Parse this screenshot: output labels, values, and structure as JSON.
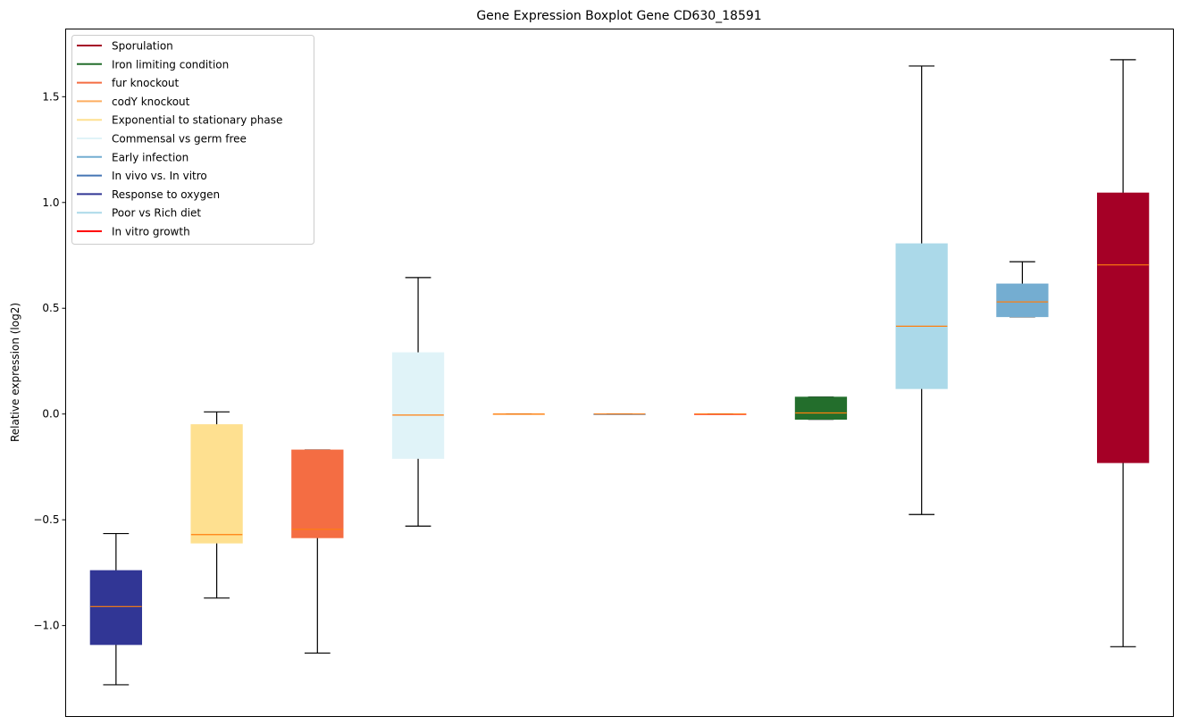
{
  "chart_data": {
    "type": "boxplot",
    "title": "Gene Expression Boxplot Gene CD630_18591",
    "xlabel": "",
    "ylabel": "Relative expression (log2)",
    "ylim": [
      -1.43,
      1.82
    ],
    "xlim": [
      0.5,
      11.5
    ],
    "yticks": [
      -1.0,
      -0.5,
      0.0,
      0.5,
      1.0,
      1.5
    ],
    "ytick_labels": [
      "−1.0",
      "−0.5",
      "0.0",
      "0.5",
      "1.0",
      "1.5"
    ],
    "grid": false,
    "legend_position": "top-left",
    "median_color": "#ff7f0e",
    "whisker_color": "#000000",
    "legend": [
      {
        "label": "Sporulation",
        "color": "#a50026"
      },
      {
        "label": "Iron limiting condition",
        "color": "#236e2c"
      },
      {
        "label": "fur knockout",
        "color": "#f46d43"
      },
      {
        "label": "codY knockout",
        "color": "#fdae61"
      },
      {
        "label": "Exponential to stationary phase",
        "color": "#fee090"
      },
      {
        "label": "Commensal vs germ free",
        "color": "#e0f3f8"
      },
      {
        "label": "Early infection",
        "color": "#74add1"
      },
      {
        "label": "In vivo vs. In vitro",
        "color": "#4575b4"
      },
      {
        "label": "Response to oxygen",
        "color": "#313695"
      },
      {
        "label": "Poor vs Rich diet",
        "color": "#abd9e9"
      },
      {
        "label": "In vitro growth",
        "color": "#ff0000"
      }
    ],
    "boxes": [
      {
        "group": "Response to oxygen",
        "color": "#313695",
        "whislo": -1.28,
        "q1": -1.09,
        "med": -0.91,
        "q3": -0.74,
        "whishi": -0.565
      },
      {
        "group": "Exponential to stationary phase",
        "color": "#fee090",
        "whislo": -0.87,
        "q1": -0.61,
        "med": -0.57,
        "q3": -0.05,
        "whishi": 0.01
      },
      {
        "group": "fur knockout",
        "color": "#f46d43",
        "whislo": -1.13,
        "q1": -0.585,
        "med": -0.545,
        "q3": -0.17,
        "whishi": -0.17
      },
      {
        "group": "Commensal vs germ free",
        "color": "#e0f3f8",
        "whislo": -0.53,
        "q1": -0.21,
        "med": -0.005,
        "q3": 0.29,
        "whishi": 0.645
      },
      {
        "group": "codY knockout",
        "color": "#fdae61",
        "whislo": 0.0,
        "q1": 0.0,
        "med": 0.0,
        "q3": 0.0,
        "whishi": 0.0
      },
      {
        "group": "In vivo vs. In vitro",
        "color": "#4575b4",
        "whislo": 0.0,
        "q1": 0.0,
        "med": 0.0,
        "q3": 0.0,
        "whishi": 0.0
      },
      {
        "group": "In vitro growth",
        "color": "#ff0000",
        "whislo": 0.0,
        "q1": 0.0,
        "med": 0.0,
        "q3": 0.0,
        "whishi": 0.0
      },
      {
        "group": "Iron limiting condition",
        "color": "#236e2c",
        "whislo": -0.025,
        "q1": -0.025,
        "med": 0.005,
        "q3": 0.08,
        "whishi": 0.08
      },
      {
        "group": "Poor vs Rich diet",
        "color": "#abd9e9",
        "whislo": -0.475,
        "q1": 0.12,
        "med": 0.415,
        "q3": 0.805,
        "whishi": 1.645
      },
      {
        "group": "Early infection",
        "color": "#74add1",
        "whislo": 0.46,
        "q1": 0.46,
        "med": 0.53,
        "q3": 0.615,
        "whishi": 0.72
      },
      {
        "group": "Sporulation",
        "color": "#a50026",
        "whislo": -1.1,
        "q1": -0.23,
        "med": 0.705,
        "q3": 1.045,
        "whishi": 1.675
      }
    ]
  }
}
